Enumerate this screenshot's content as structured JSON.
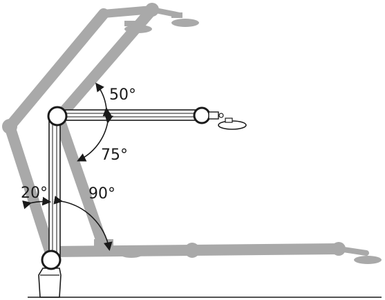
{
  "angles": {
    "upper_arm_raise": "50°",
    "upper_arm_fold": "75°",
    "base_tilt": "20°",
    "base_swing": "90°"
  },
  "colors": {
    "ghost_arm": "#a9a9a9",
    "outline": "#1a1a1a",
    "background": "#ffffff"
  }
}
